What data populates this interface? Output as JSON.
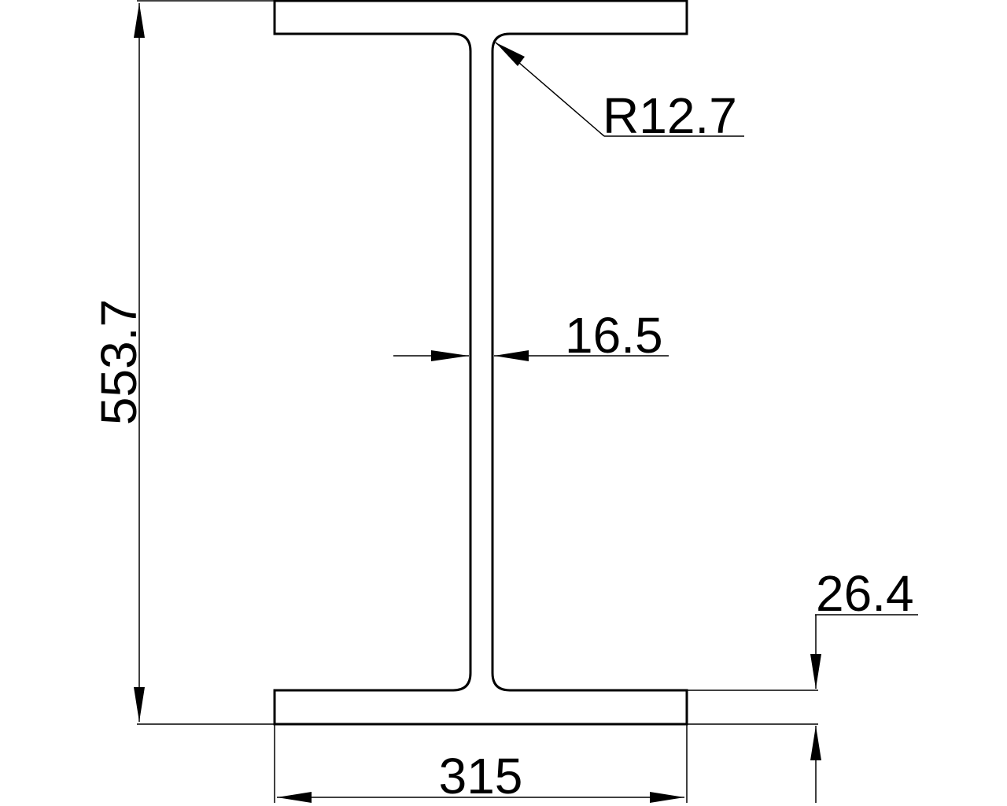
{
  "drawing": {
    "title": "I-beam cross section",
    "stroke_color": "#000000",
    "background": "#ffffff",
    "units": "mm"
  },
  "dimensions": {
    "overall_height": {
      "label": "553.7",
      "value": 553.7
    },
    "flange_width": {
      "label": "315",
      "value": 315
    },
    "web_thickness": {
      "label": "16.5",
      "value": 16.5
    },
    "flange_thickness": {
      "label": "26.4",
      "value": 26.4
    },
    "fillet_radius": {
      "label": "R12.7",
      "value": 12.7
    }
  }
}
